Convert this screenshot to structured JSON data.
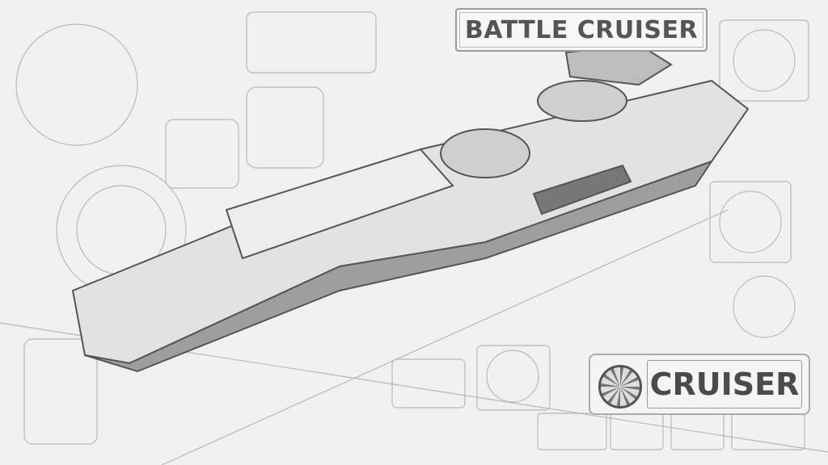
{
  "image": {
    "description": "Grayscale technical blueprint illustration of a battle cruiser spaceship",
    "title_banner": "BATTLE CRUISER",
    "lower_banner": "CRUISER",
    "colors": {
      "background": "#f1f1f1",
      "ink": "#4a4a4a",
      "lines": "#9a9a9a"
    }
  }
}
